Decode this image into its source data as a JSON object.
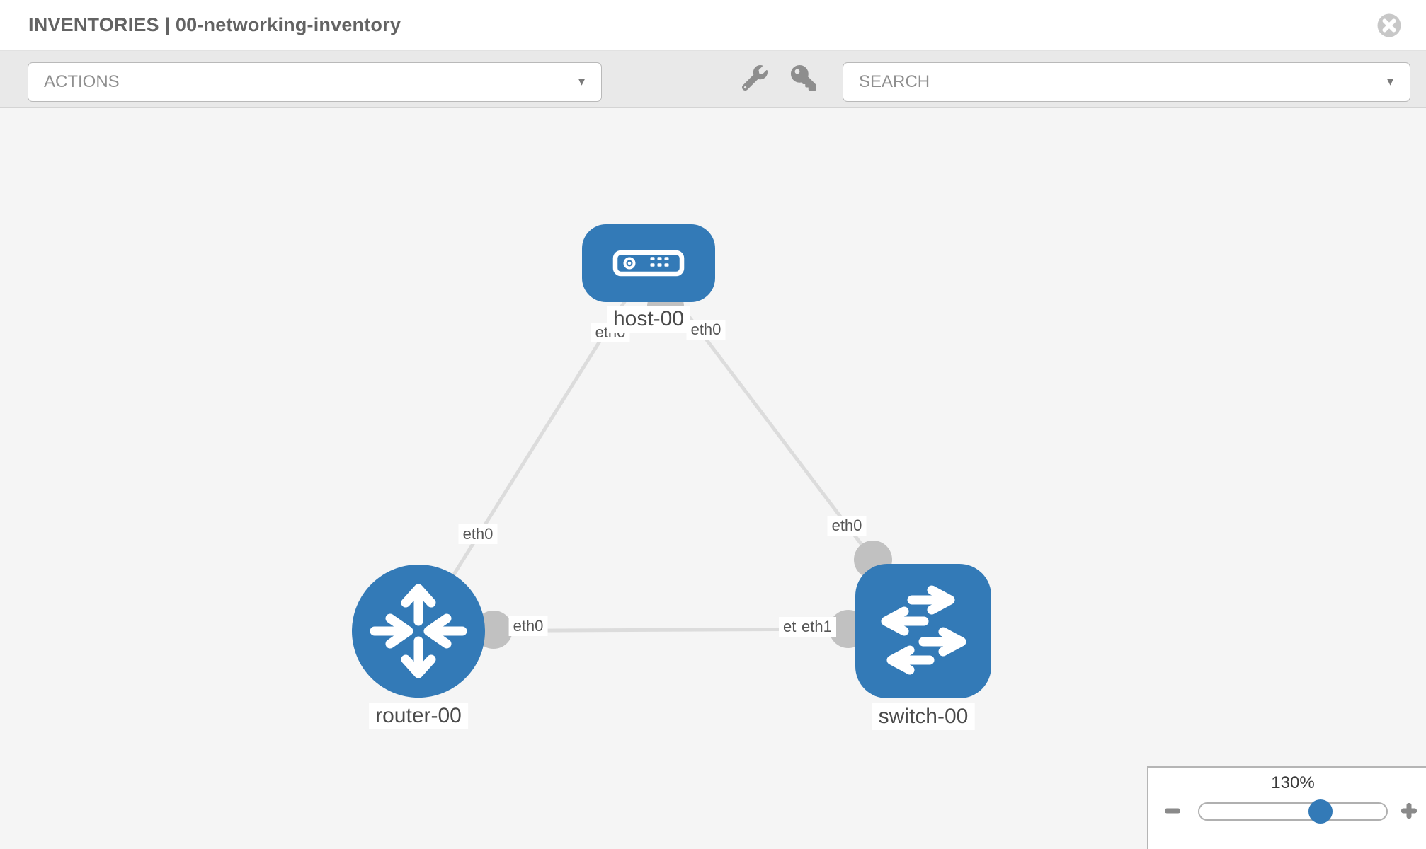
{
  "window": {
    "title": "INVENTORIES | 00-networking-inventory"
  },
  "toolbar": {
    "actions_placeholder": "ACTIONS",
    "search_placeholder": "SEARCH",
    "caret": "▼"
  },
  "diagram": {
    "nodes": [
      {
        "id": "host-00",
        "type": "host",
        "label": "host-00"
      },
      {
        "id": "router-00",
        "type": "router",
        "label": "router-00"
      },
      {
        "id": "switch-00",
        "type": "switch",
        "label": "switch-00"
      }
    ],
    "links": [
      {
        "source": "host-00",
        "source_interface": "eth0",
        "target": "router-00",
        "target_interface": "eth0"
      },
      {
        "source": "host-00",
        "source_interface": "eth0",
        "target": "switch-00",
        "target_interface": "eth0"
      },
      {
        "source": "router-00",
        "source_interface": "eth0",
        "target": "switch-00",
        "target_interface": "eth1"
      }
    ],
    "interface_labels": {
      "host_left": "eth0",
      "host_right": "eth0",
      "router_top": "eth0",
      "router_right": "eth0",
      "switch_top": "eth0",
      "switch_left_under": "eth0",
      "switch_left": "eth1"
    }
  },
  "zoom_control": {
    "level": "130%"
  },
  "colors": {
    "node_fill": "#337ab7",
    "link": "#dcdcdc",
    "connector": "#c1c1c1",
    "canvas_bg": "#f5f5f5",
    "toolbar_bg": "#e9e9e9",
    "slider_handle": "#337ab7"
  }
}
